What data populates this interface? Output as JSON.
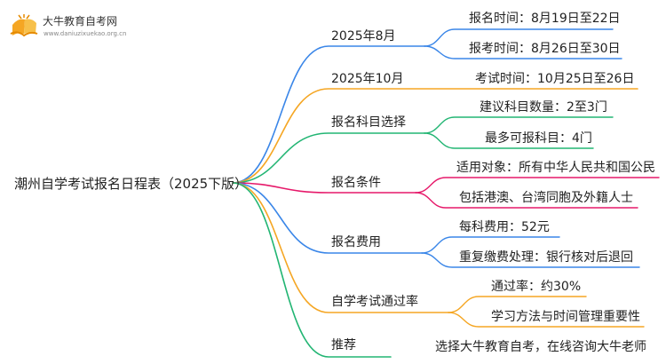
{
  "logo": {
    "name": "大牛教育自考网",
    "url": "www.daniuzixuekao.org.cn"
  },
  "root": "潮州自学考试报名日程表（2025下版）",
  "branches": [
    {
      "label": "2025年8月",
      "color": "#3a86e8",
      "leaves": [
        "报名时间：8月19日至22日",
        "报考时间：8月26日至30日"
      ]
    },
    {
      "label": "2025年10月",
      "color": "#f5a623",
      "leaves": [
        "考试时间：10月25日至26日"
      ]
    },
    {
      "label": "报名科目选择",
      "color": "#22b573",
      "leaves": [
        "建议科目数量：2至3门",
        "最多可报科目：4门"
      ]
    },
    {
      "label": "报名条件",
      "color": "#e6196a",
      "leaves": [
        "适用对象：所有中华人民共和国公民",
        "包括港澳、台湾同胞及外籍人士"
      ]
    },
    {
      "label": "报名费用",
      "color": "#3a86e8",
      "leaves": [
        "每科费用：52元",
        "重复缴费处理：银行核对后退回"
      ]
    },
    {
      "label": "自学考试通过率",
      "color": "#f5a623",
      "leaves": [
        "通过率：约30%",
        "学习方法与时间管理重要性"
      ]
    },
    {
      "label": "推荐",
      "color": "#22b573",
      "leaves": [
        "选择大牛教育自考，在线咨询大牛老师"
      ]
    }
  ]
}
